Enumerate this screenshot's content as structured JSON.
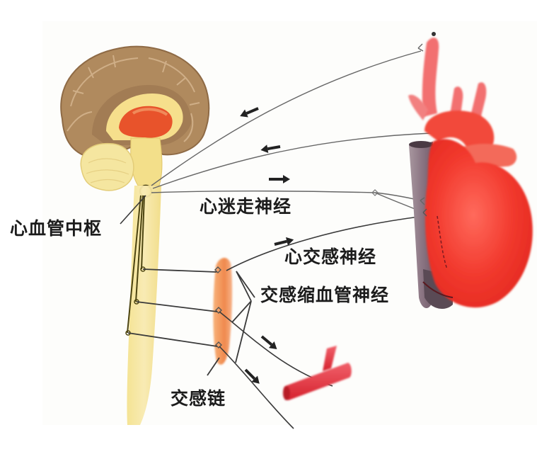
{
  "diagram": {
    "type": "anatomical-illustration",
    "subject": "cardiovascular neural regulation",
    "colors": {
      "background": "#ffffff",
      "cortex": "#b08a5e",
      "cortex_dark": "#8e6a45",
      "brainstem": "#f3df8a",
      "cerebellum": "#f5e6a0",
      "thalamus": "#e8532b",
      "spinal_cord": "#f6e69a",
      "heart": "#f23a2e",
      "heart_highlight": "#ff7a6a",
      "vena_cava": "#8d7a86",
      "sympathetic_chain": "#f08a4e",
      "blood_vessel": "#e5303a",
      "nerve_line": "#555555",
      "arrow": "#222222",
      "text": "#1c1c1c"
    }
  },
  "labels": {
    "cardiovascular_center": "心血管中枢",
    "vagus_nerve": "心迷走神经",
    "cardiac_sympathetic": "心交感神经",
    "sympathetic_vasoconstrictor": "交感缩血管神经",
    "sympathetic_chain": "交感链"
  },
  "structures": [
    {
      "name": "brain",
      "label": ""
    },
    {
      "name": "spinal-cord",
      "label": ""
    },
    {
      "name": "heart",
      "label": ""
    },
    {
      "name": "sympathetic-chain",
      "label": "交感链"
    },
    {
      "name": "blood-vessel",
      "label": ""
    }
  ],
  "arrows": [
    {
      "name": "afferent-arrow-1",
      "direction": "toward-brain"
    },
    {
      "name": "afferent-arrow-2",
      "direction": "toward-brain"
    },
    {
      "name": "vagus-arrow",
      "direction": "toward-heart"
    },
    {
      "name": "cardiac-sympathetic-arrow",
      "direction": "toward-heart"
    },
    {
      "name": "vasoconstrictor-arrow-1",
      "direction": "toward-vessel"
    },
    {
      "name": "vasoconstrictor-arrow-2",
      "direction": "toward-vessel"
    }
  ]
}
